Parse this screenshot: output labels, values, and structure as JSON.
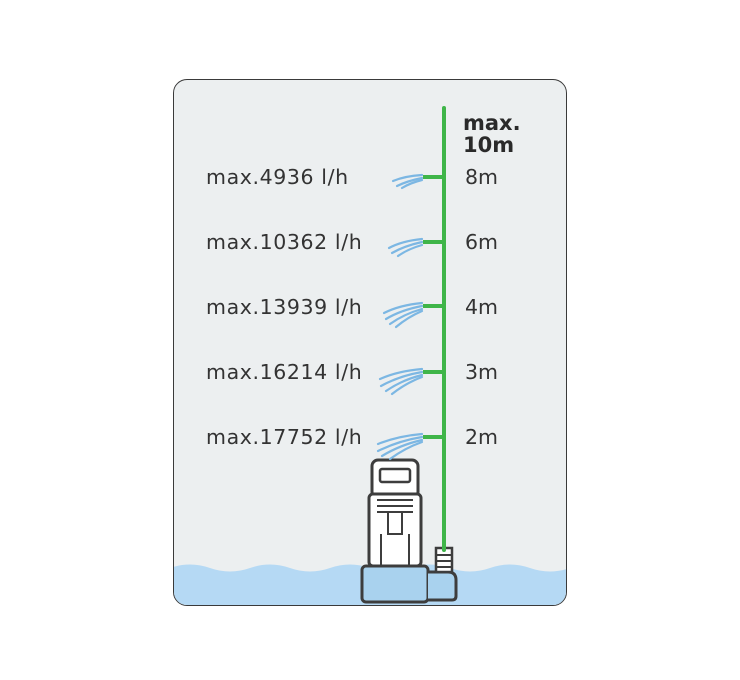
{
  "top_label": {
    "line1": "max.",
    "line2": "10m"
  },
  "levels": [
    {
      "flow": "max.4936 l/h",
      "height": "8m"
    },
    {
      "flow": "max.10362 l/h",
      "height": "6m"
    },
    {
      "flow": "max.13939 l/h",
      "height": "4m"
    },
    {
      "flow": "max.16214 l/h",
      "height": "3m"
    },
    {
      "flow": "max.17752 l/h",
      "height": "2m"
    }
  ],
  "colors": {
    "pipe": "#3fb549",
    "water": "#b5d9f4",
    "spray": "#7cb7e3",
    "panel_bg": "#eceff0",
    "pump_body": "#4a4a4a"
  }
}
